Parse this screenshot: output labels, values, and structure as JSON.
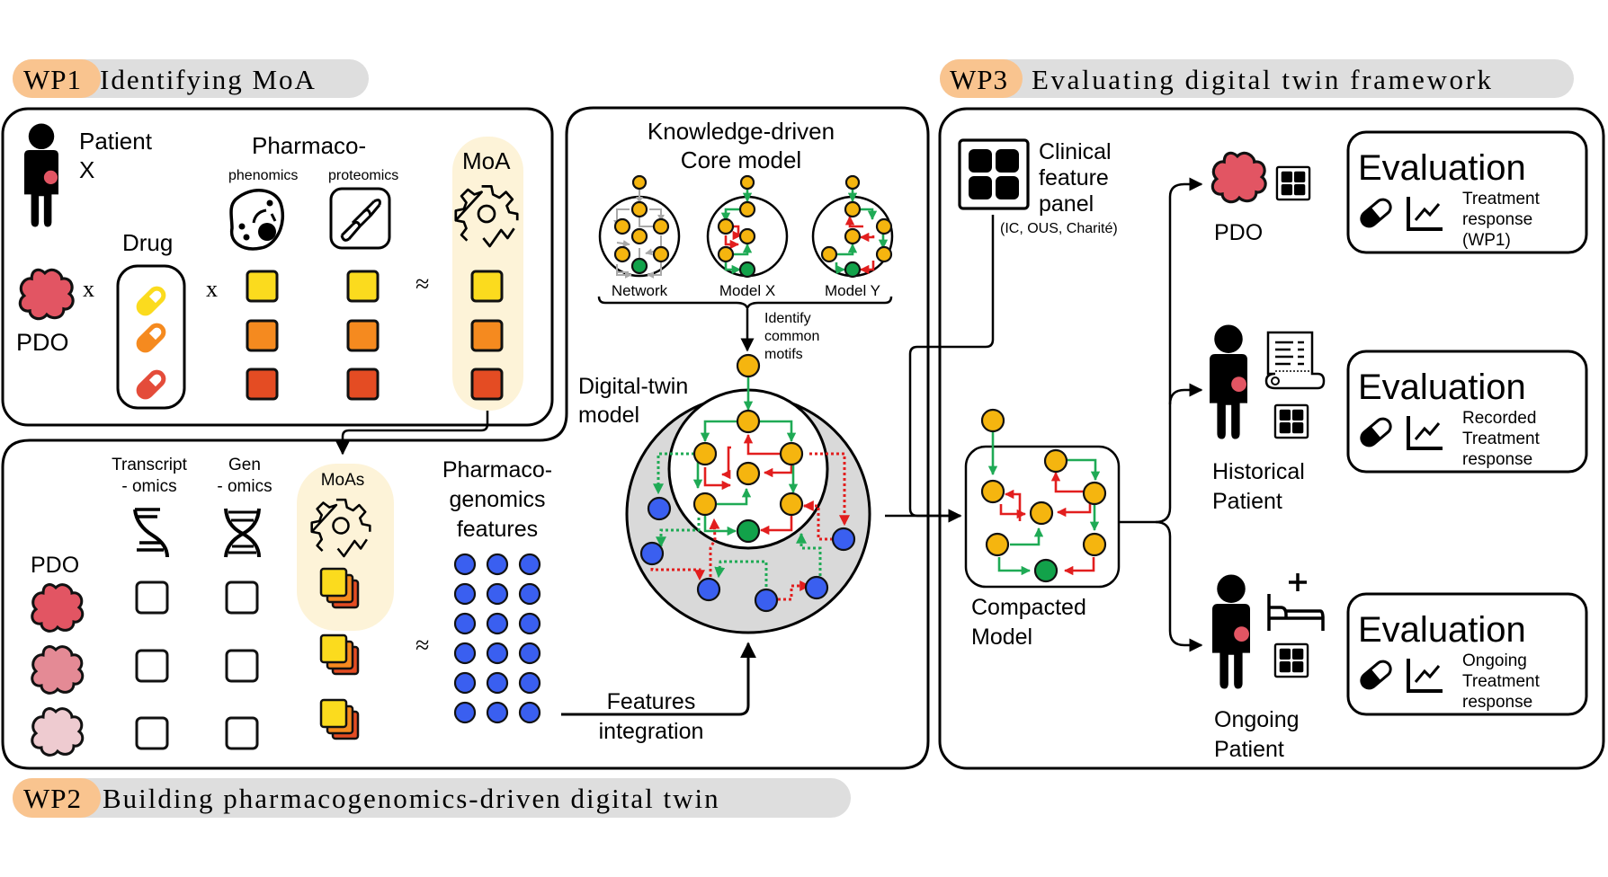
{
  "colors": {
    "wp_badge": "#f9c48f",
    "wp_bar": "#dedede",
    "moa_highlight": "#fdf3d8",
    "pdo_red": "#e25563",
    "pdo_pink": "#e48a95",
    "pdo_light": "#eecbd0",
    "square_yellow": "#fbdb1e",
    "square_orange": "#f58a1f",
    "square_red": "#e44c23",
    "node_yellow": "#f5b50f",
    "node_green": "#12a24a",
    "node_blue": "#3a5ff0",
    "edge_green": "#1faa55",
    "edge_red": "#e21e1e"
  },
  "wp1": {
    "badge": "WP1",
    "title": "Identifying MoA",
    "patient_label_1": "Patient",
    "patient_label_2": "X",
    "pdo_label": "PDO",
    "times_1": "x",
    "drug_label": "Drug",
    "times_2": "x",
    "pharmaco_label": "Pharmaco-",
    "phenomics_label": "phenomics",
    "proteomics_label": "proteomics",
    "approx": "≈",
    "moa_label": "MoA",
    "icons": [
      "patient-icon",
      "pdo-organoid-icon",
      "capsule-icon",
      "cell-icon",
      "protein-helix-icon",
      "gear-check-icon"
    ]
  },
  "wp2": {
    "badge": "WP2",
    "title": "Building pharmacogenomics-driven digital twin",
    "transcriptomics_label_1": "Transcript",
    "transcriptomics_label_2": "- omics",
    "genomics_label_1": "Gen",
    "genomics_label_2": "- omics",
    "moas_label": "MoAs",
    "pdo_label": "PDO",
    "approx": "≈",
    "features_label_1": "Pharmaco-",
    "features_label_2": "genomics",
    "features_label_3": "features",
    "integration_label_1": "Features",
    "integration_label_2": "integration",
    "rows": 3,
    "feature_grid": {
      "rows": 6,
      "cols": 3
    }
  },
  "core": {
    "title_1": "Knowledge-driven",
    "title_2": "Core model",
    "models": [
      "Network",
      "Model X",
      "Model Y"
    ],
    "identify_1": "Identify",
    "identify_2": "common",
    "identify_3": "motifs",
    "digital_twin_1": "Digital-twin",
    "digital_twin_2": "model"
  },
  "wp3": {
    "badge": "WP3",
    "title": "Evaluating digital twin framework",
    "clinical_1": "Clinical",
    "clinical_2": "feature",
    "clinical_3": "panel",
    "clinical_sources": "(IC, OUS, Charité)",
    "compacted_1": "Compacted",
    "compacted_2": "Model",
    "targets": [
      {
        "label_1": "PDO",
        "label_2": ""
      },
      {
        "label_1": "Historical",
        "label_2": "Patient"
      },
      {
        "label_1": "Ongoing",
        "label_2": "Patient"
      }
    ],
    "evaluations": [
      {
        "title": "Evaluation",
        "line_1": "Treatment",
        "line_2": "response",
        "line_3": "(WP1)"
      },
      {
        "title": "Evaluation",
        "line_1": "Recorded",
        "line_2": "Treatment",
        "line_3": "response"
      },
      {
        "title": "Evaluation",
        "line_1": "Ongoing",
        "line_2": "Treatment",
        "line_3": "response"
      }
    ]
  }
}
